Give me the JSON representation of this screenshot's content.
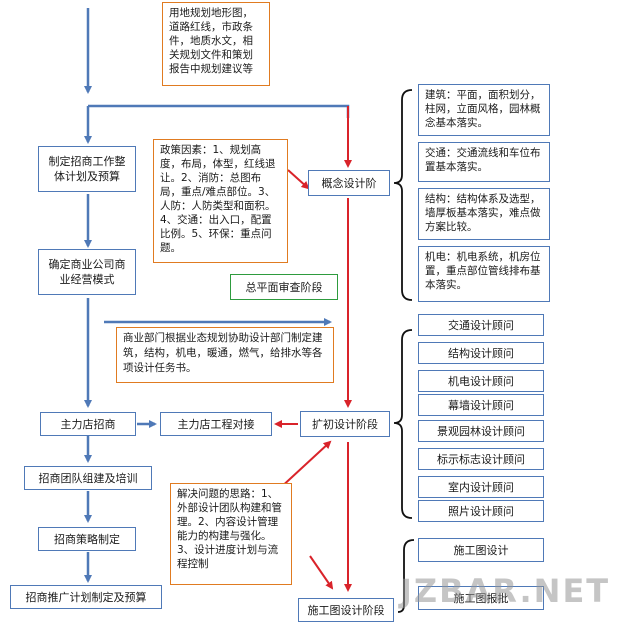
{
  "top_note": "用地规划地形图，道路红线，市政条件，地质水文，相关规划文件和策划报告中规划建议等",
  "left_flow": {
    "plan": "制定招商工作整体计划及预算",
    "mode": "确定商业公司商业经营模式",
    "anchor": "主力店招商",
    "team": "招商团队组建及培训",
    "strategy": "招商策略制定",
    "promo": "招商推广计划制定及预算"
  },
  "policy_note": "政策因素：1、规划高度，布局，体型，红线退让。2、消防：总图布局，重点/难点部位。3、人防：人防类型和面积。4、交通：出入口，配置比例。5、环保：重点问题。",
  "phases": {
    "concept": "概念设计阶",
    "review": "总平面审查阶段",
    "prelim": "扩初设计阶段",
    "construction": "施工图设计阶段"
  },
  "biz_note": "商业部门根据业态规划协助设计部门制定建筑，结构，机电，暖通，燃气，给排水等各项设计任务书。",
  "anchor_engineering": "主力店工程对接",
  "solution_note": "解决问题的思路：1、外部设计团队构建和管理。2、内容设计管理能力的构建与强化。3、设计进度计划与流程控制",
  "concept_details": [
    "建筑：平面，面积划分，柱网，立面风格，园林概念基本落实。",
    "交通：交通流线和车位布置基本落实。",
    "结构：结构体系及选型，墙厚板基本落实，难点做方案比较。",
    "机电：机电系统，机房位置，重点部位管线排布基本落实。"
  ],
  "consultants": [
    "交通设计顾问",
    "结构设计顾问",
    "机电设计顾问",
    "幕墙设计顾问",
    "景观园林设计顾问",
    "标示标志设计顾问",
    "室内设计顾问",
    "照片设计顾问"
  ],
  "construction_items": [
    "施工图设计",
    "施工图报批"
  ],
  "watermark": "JZBAR.NET"
}
